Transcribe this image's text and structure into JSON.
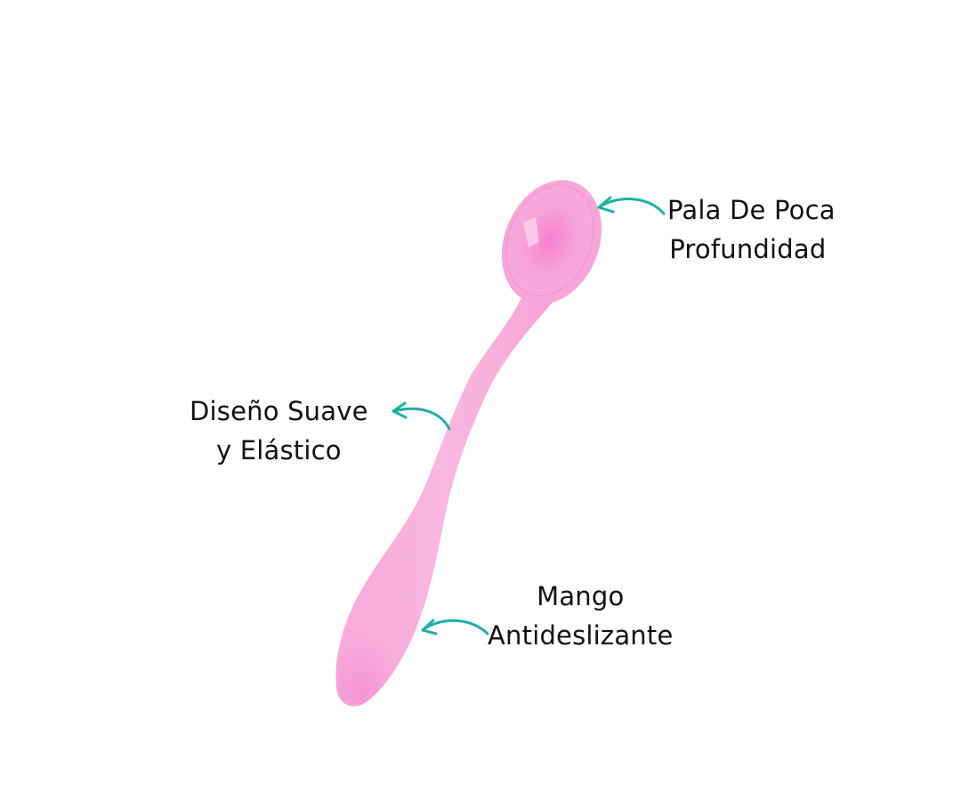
{
  "product": {
    "name": "pink baby spoon",
    "color": "#f7a6d6"
  },
  "callouts": [
    {
      "id": "bowl",
      "lines": [
        "Pala De Poca",
        "Profundidad"
      ]
    },
    {
      "id": "neck",
      "lines": [
        "Diseño Suave",
        "y Elástico"
      ]
    },
    {
      "id": "handle",
      "lines": [
        "Mango",
        "Antideslizante"
      ]
    }
  ],
  "colors": {
    "arrow": "#1fada4",
    "text": "#111111",
    "background": "#ffffff"
  }
}
